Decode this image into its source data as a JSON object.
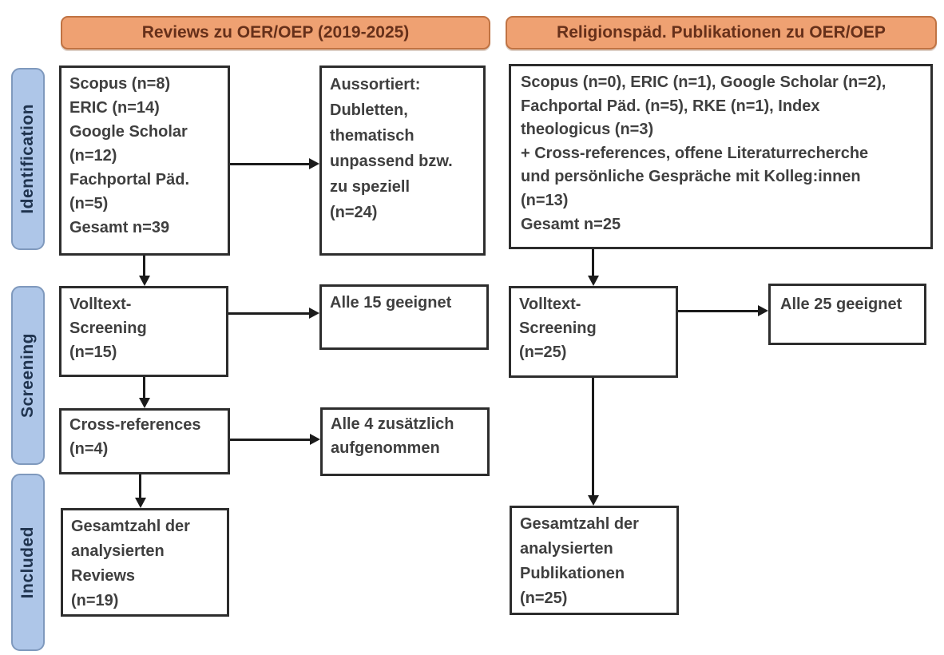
{
  "palette": {
    "background": "#ffffff",
    "header_fill": "#efa172",
    "header_border": "#c07343",
    "header_text": "#66301a",
    "tab_fill": "#aec6e8",
    "tab_border": "#7f99bd",
    "tab_text": "#20344f",
    "box_border": "#2d2d2d",
    "box_text": "#3f3f3f",
    "arrow": "#1b1b1b"
  },
  "headers": {
    "left": "Reviews zu OER/OEP (2019-2025)",
    "right": "Religionspäd. Publikationen zu OER/OEP"
  },
  "stages": {
    "identification": "Identification",
    "screening": "Screening",
    "included": "Included"
  },
  "boxes": {
    "left_sources": "Scopus (n=8)\nERIC (n=14)\nGoogle Scholar\n(n=12)\nFachportal Päd.\n(n=5)\nGesamt n=39",
    "left_aussortiert": "Aussortiert:\nDubletten,\nthematisch\nunpassend bzw.\nzu speziell\n(n=24)",
    "left_volltext": "Volltext-\nScreening\n(n=15)",
    "left_alle15": "Alle 15 geeignet",
    "left_crossref": "Cross-references\n(n=4)",
    "left_alle4": "Alle 4 zusätzlich\naufgenommen",
    "left_gesamt": "Gesamtzahl der\nanalysierten\nReviews\n(n=19)",
    "right_sources": "Scopus (n=0), ERIC (n=1), Google Scholar (n=2),\nFachportal Päd. (n=5), RKE (n=1), Index\ntheologicus (n=3)\n+ Cross-references, offene Literaturrecherche\nund persönliche Gespräche mit Kolleg:innen\n(n=13)\nGesamt n=25",
    "right_volltext": "Volltext-\nScreening\n(n=25)",
    "right_alle25": "Alle 25 geeignet",
    "right_gesamt": "Gesamtzahl der\nanalysierten\nPublikationen\n(n=25)"
  },
  "edges": [
    {
      "from": "left_sources",
      "to": "left_aussortiert"
    },
    {
      "from": "left_sources",
      "to": "left_volltext"
    },
    {
      "from": "left_volltext",
      "to": "left_alle15"
    },
    {
      "from": "left_volltext",
      "to": "left_crossref"
    },
    {
      "from": "left_crossref",
      "to": "left_alle4"
    },
    {
      "from": "left_crossref",
      "to": "left_gesamt"
    },
    {
      "from": "right_sources",
      "to": "right_volltext"
    },
    {
      "from": "right_volltext",
      "to": "right_alle25"
    },
    {
      "from": "right_volltext",
      "to": "right_gesamt"
    }
  ]
}
